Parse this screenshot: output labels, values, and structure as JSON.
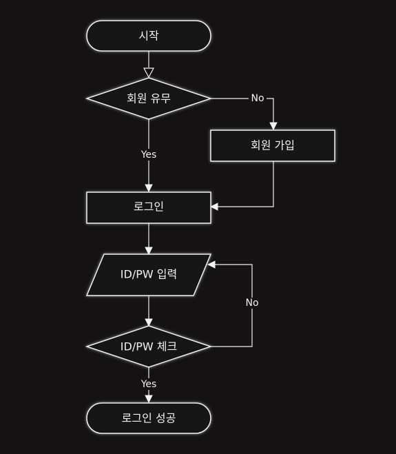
{
  "diagram": {
    "nodes": {
      "start": "시작",
      "member_check": "회원 유무",
      "signup": "회원 가입",
      "login": "로그인",
      "id_pw_input": "ID/PW 입력",
      "id_pw_check": "ID/PW 체크",
      "login_success": "로그인 성공"
    },
    "edges": {
      "member_no": "No",
      "member_yes": "Yes",
      "check_no": "No",
      "check_yes": "Yes"
    }
  },
  "colors": {
    "background": "#141213",
    "stroke": "#f2f2f2",
    "text": "#f2f2f2"
  }
}
